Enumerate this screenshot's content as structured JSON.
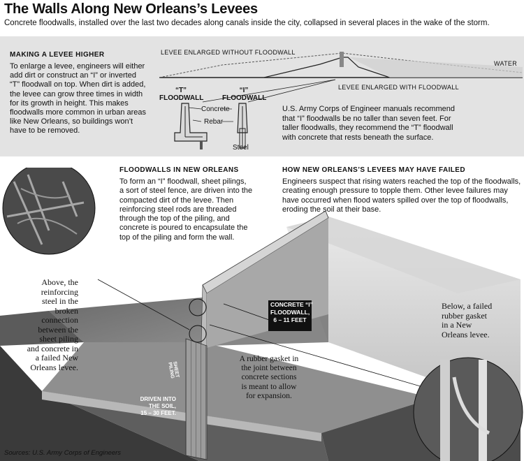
{
  "header": {
    "title": "The Walls Along New Orleans’s Levees",
    "subtitle": "Concrete floodwalls, installed over the last two decades along canals inside the city, collapsed in several places in the wake of the storm."
  },
  "raising_section": {
    "heading": "MAKING A LEVEE HIGHER",
    "body": "To enlarge a levee, engineers will either\nadd dirt or construct an “I” or inverted\n“T” floodwall on top. When dirt is added,\nthe levee can grow three times in width\nfor its growth in height. This makes\nfloodwalls more common in urban areas\nlike New Orleans, so buildings won’t\nhave to be removed."
  },
  "levee_profile": {
    "label_without_floodwall": "LEVEE ENLARGED WITHOUT FLOODWALL",
    "label_water": "WATER",
    "label_with_floodwall": "LEVEE ENLARGED WITH FLOODWALL"
  },
  "floodwall_types": {
    "t_label": "“T”\nFLOODWALL",
    "i_label": "“I”\nFLOODWALL",
    "concrete": "Concrete",
    "rebar": "Rebar",
    "steel": "Steel"
  },
  "corps_note": "U.S. Army Corps of Engineer manuals recommend\nthat “I” floodwalls be no taller than seven feet. For\ntaller floodwalls, they recommend the “T” floodwall\nwith concrete that rests beneath the surface.",
  "floodwalls_section": {
    "heading": "FLOODWALLS IN NEW ORLEANS",
    "body": "To form an “I” floodwall, sheet pilings,\na sort of steel fence, are driven into the\ncompacted dirt of the levee. Then\nreinforcing steel rods are threaded\nthrough the top of the piling, and\nconcrete is poured to encapsulate the\ntop of the piling and form the wall."
  },
  "failure_section": {
    "heading": "HOW NEW ORLEANS’S LEVEES MAY HAVE FAILED",
    "body": "Engineers suspect that rising waters reached the top of the floodwalls,\ncreating enough pressure to topple them. Other levee failures may\nhave occurred when flood waters spilled over the top of floodwalls,\neroding the soil at their base."
  },
  "callouts": {
    "concrete_wall": "CONCRETE “I”\nFLOODWALL,\n6 – 11 FEET",
    "sheet_piling": "SHEET\nPILING",
    "driven": "DRIVEN INTO\nTHE SOIL,\n15 – 30 FEET.",
    "gasket": "A rubber gasket in\nthe joint between\nconcrete sections\nis meant to allow\nfor expansion.",
    "above_photo": "Above, the\nreinforcing\nsteel in the\nbroken\nconnection\nbetween the\nsheet piling\nand concrete in\na failed New\nOrleans levee.",
    "below_photo": "Below, a failed\nrubber gasket\nin a New\nOrleans levee."
  },
  "source": "Sources: U.S. Army Corps of Engineers"
}
